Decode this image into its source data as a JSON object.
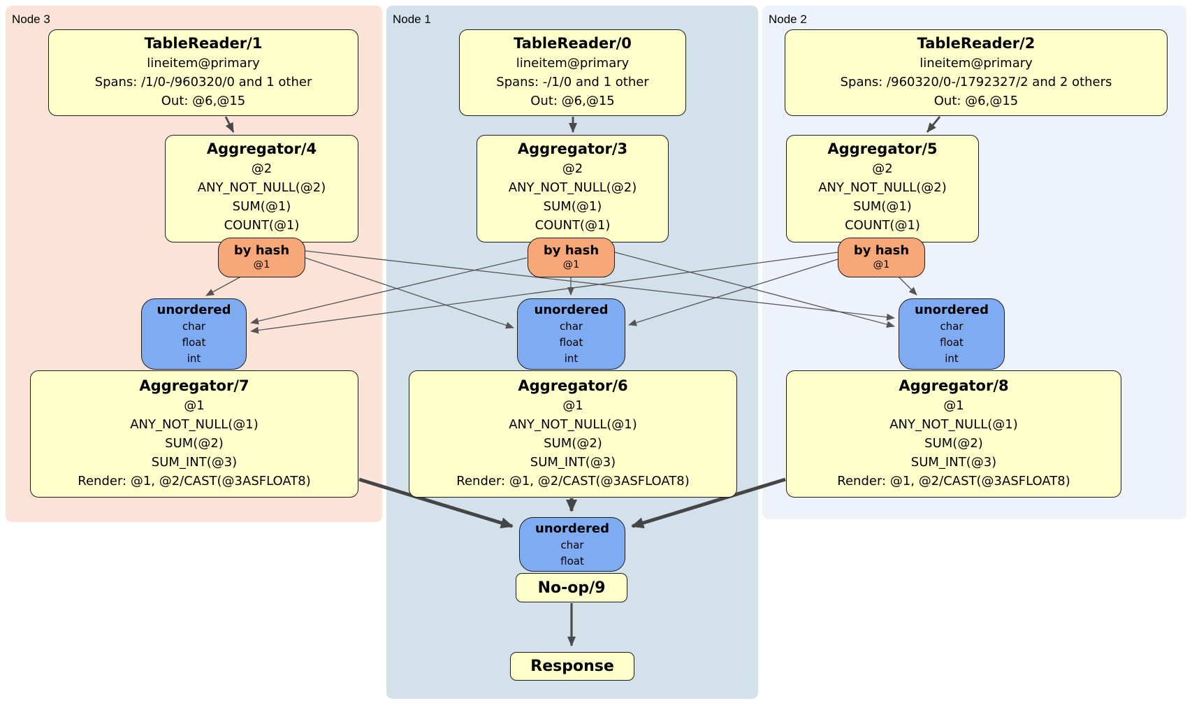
{
  "colors": {
    "operator_fill": "#ffffcc",
    "router_fill": "#f8a878",
    "sync_fill": "#7fabf2",
    "node1_bg": "#d3e1ea",
    "node2_bg": "#edf2fb",
    "node3_bg": "#fce3d7",
    "edge": "#4a4a4a"
  },
  "panels": {
    "node3": {
      "label": "Node 3"
    },
    "node1": {
      "label": "Node 1"
    },
    "node2": {
      "label": "Node 2"
    }
  },
  "nodes": {
    "tr1": {
      "title": "TableReader/1",
      "lines": [
        "lineitem@primary",
        "Spans: /1/0-/960320/0 and 1 other",
        "Out: @6,@15"
      ]
    },
    "tr0": {
      "title": "TableReader/0",
      "lines": [
        "lineitem@primary",
        "Spans: -/1/0 and 1 other",
        "Out: @6,@15"
      ]
    },
    "tr2": {
      "title": "TableReader/2",
      "lines": [
        "lineitem@primary",
        "Spans: /960320/0-/1792327/2 and 2 others",
        "Out: @6,@15"
      ]
    },
    "agg4": {
      "title": "Aggregator/4",
      "lines": [
        "@2",
        "ANY_NOT_NULL(@2)",
        "SUM(@1)",
        "COUNT(@1)"
      ]
    },
    "agg3": {
      "title": "Aggregator/3",
      "lines": [
        "@2",
        "ANY_NOT_NULL(@2)",
        "SUM(@1)",
        "COUNT(@1)"
      ]
    },
    "agg5": {
      "title": "Aggregator/5",
      "lines": [
        "@2",
        "ANY_NOT_NULL(@2)",
        "SUM(@1)",
        "COUNT(@1)"
      ]
    },
    "routerL": {
      "title": "by hash",
      "lines": [
        "@1"
      ]
    },
    "routerC": {
      "title": "by hash",
      "lines": [
        "@1"
      ]
    },
    "routerR": {
      "title": "by hash",
      "lines": [
        "@1"
      ]
    },
    "syncL": {
      "title": "unordered",
      "lines": [
        "char",
        "float",
        "int"
      ]
    },
    "syncC": {
      "title": "unordered",
      "lines": [
        "char",
        "float",
        "int"
      ]
    },
    "syncR": {
      "title": "unordered",
      "lines": [
        "char",
        "float",
        "int"
      ]
    },
    "agg7": {
      "title": "Aggregator/7",
      "lines": [
        "@1",
        "ANY_NOT_NULL(@1)",
        "SUM(@2)",
        "SUM_INT(@3)",
        "Render: @1, @2/CAST(@3ASFLOAT8)"
      ]
    },
    "agg6": {
      "title": "Aggregator/6",
      "lines": [
        "@1",
        "ANY_NOT_NULL(@1)",
        "SUM(@2)",
        "SUM_INT(@3)",
        "Render: @1, @2/CAST(@3ASFLOAT8)"
      ]
    },
    "agg8": {
      "title": "Aggregator/8",
      "lines": [
        "@1",
        "ANY_NOT_NULL(@1)",
        "SUM(@2)",
        "SUM_INT(@3)",
        "Render: @1, @2/CAST(@3ASFLOAT8)"
      ]
    },
    "syncF": {
      "title": "unordered",
      "lines": [
        "char",
        "float"
      ]
    },
    "noop": {
      "title": "No-op/9"
    },
    "response": {
      "title": "Response"
    }
  }
}
